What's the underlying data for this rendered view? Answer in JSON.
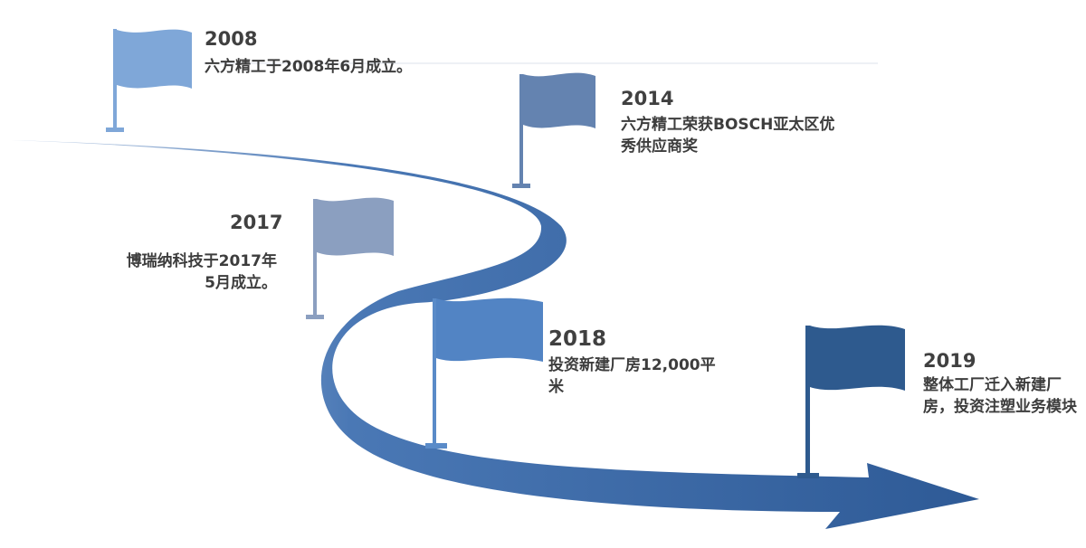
{
  "milestones": [
    {
      "year": "2008",
      "text": "六方精工于2008年6月成立。",
      "flag_color": "#7FA7D8"
    },
    {
      "year": "2014",
      "text": "六方精工荣获BOSCH亚太区优秀供应商奖",
      "flag_color": "#6483B0"
    },
    {
      "year": "2017",
      "text": "博瑞纳科技于2017年5月成立。",
      "flag_color": "#8B9FC0"
    },
    {
      "year": "2018",
      "text": "投资新建厂房12,000平米",
      "flag_color": "#5284C4"
    },
    {
      "year": "2019",
      "text": "整体工厂迁入新建厂房，投资注塑业务模块",
      "flag_color": "#2E5A8E"
    }
  ],
  "colors": {
    "road": "#2F5C98",
    "road_light": "#6E93C6"
  }
}
